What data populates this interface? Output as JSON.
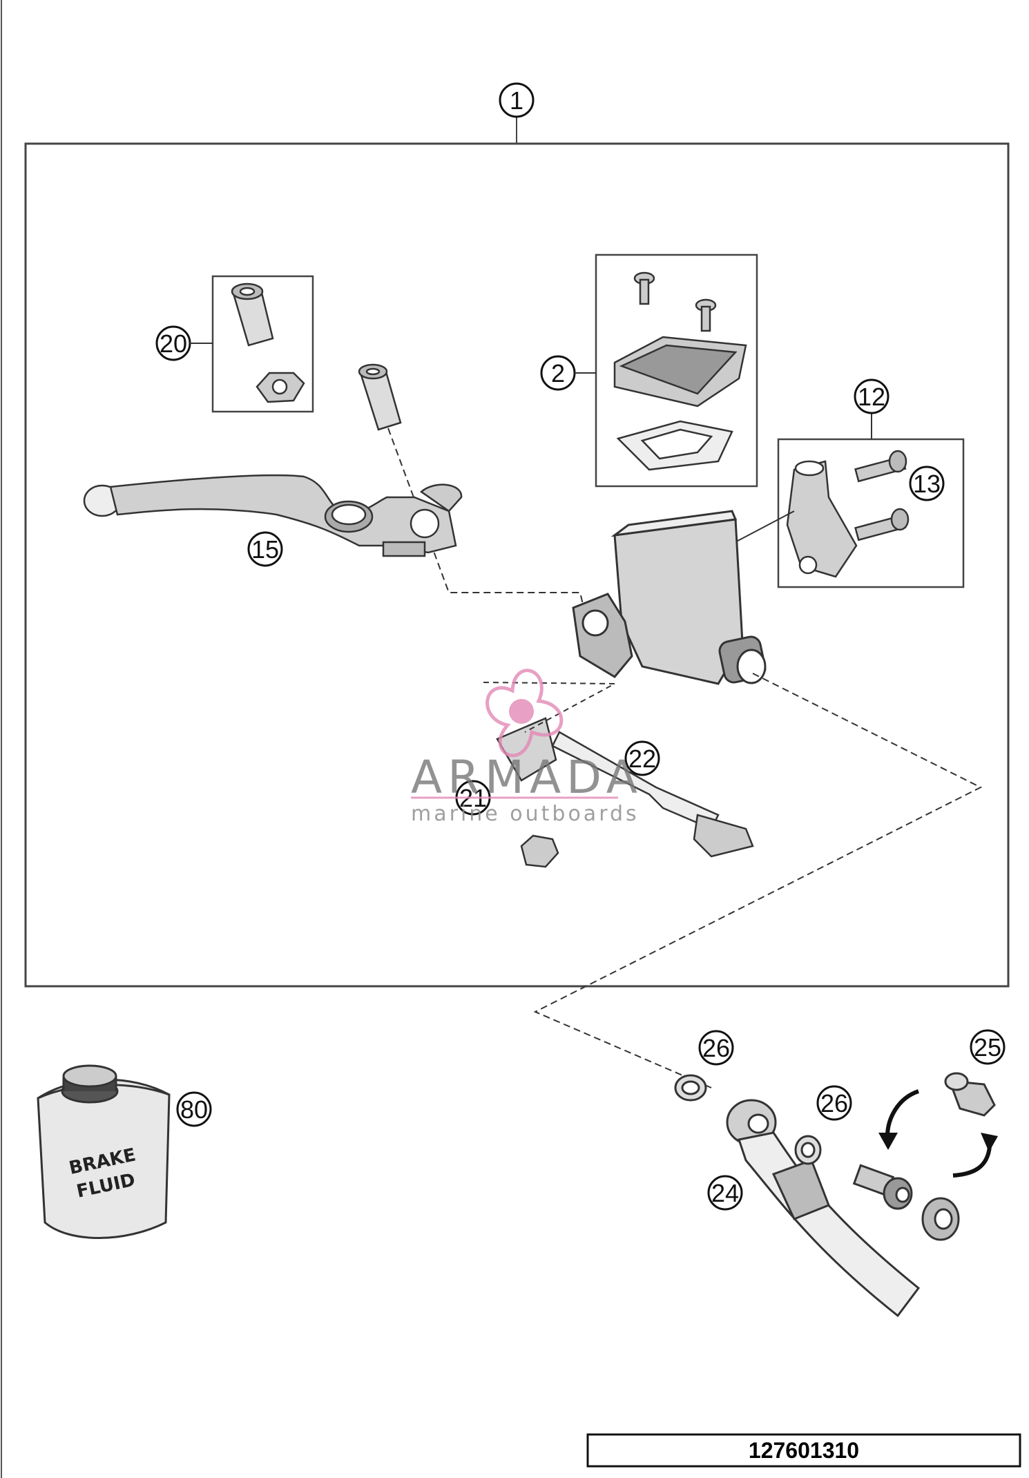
{
  "drawing_number": "127601310",
  "callouts": {
    "c1": "1",
    "c2": "2",
    "c12": "12",
    "c13": "13",
    "c15": "15",
    "c20": "20",
    "c21": "21",
    "c22": "22",
    "c24": "24",
    "c25": "25",
    "c26a": "26",
    "c26b": "26",
    "c80": "80"
  },
  "can_label": {
    "line1": "BRAKE",
    "line2": "FLUID"
  },
  "watermark": {
    "brand": "ARMADA",
    "tagline": "marine outboards",
    "accent_color": "#e389b6"
  }
}
